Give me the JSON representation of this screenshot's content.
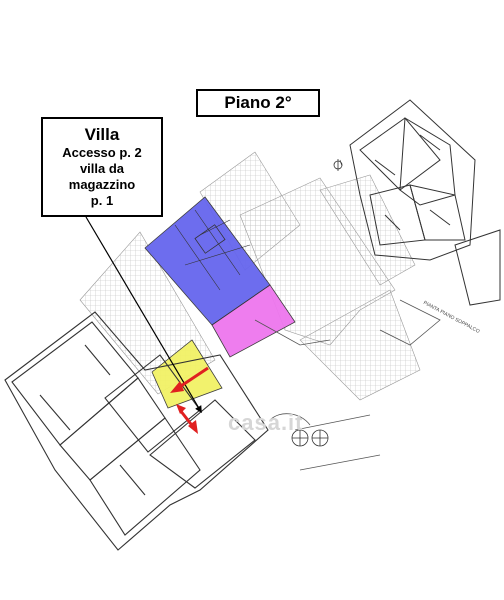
{
  "floor_label": "Piano 2°",
  "note": {
    "title": "Villa",
    "lines": [
      "Accesso p. 2",
      "villa da",
      "magazzino",
      "p. 1"
    ]
  },
  "side_label": "PIANTA PIANO SOPPALCO",
  "watermark": "casa.it",
  "colors": {
    "blue_area": "#6666ee",
    "pink_area": "#ee77ee",
    "yellow_area": "#f2f266",
    "arrow": "#e02020"
  },
  "icons": [
    "north-arrow-icon",
    "tree-icon"
  ]
}
